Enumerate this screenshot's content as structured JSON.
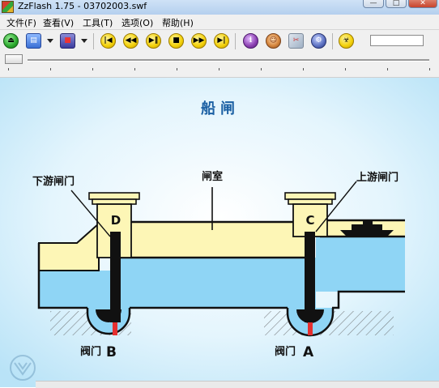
{
  "window": {
    "title": "ZzFlash 1.75  - 03702003.swf"
  },
  "menu": [
    "文件(F)",
    "查看(V)",
    "工具(T)",
    "选项(O)",
    "帮助(H)"
  ],
  "toolbar": {
    "buttons": [
      "open-icon",
      "open-folder-icon",
      "save-icon",
      "first-frame-icon",
      "rewind-icon",
      "play-pause-icon",
      "stop-icon",
      "forward-icon",
      "last-frame-icon",
      "info-icon",
      "properties-icon",
      "capture-icon",
      "options-icon",
      "biohazard-icon"
    ],
    "colors": {
      "green": "#2aa82c",
      "yellow": "#f2cf06",
      "purple": "#8a3fb0"
    }
  },
  "diagram": {
    "title": "船闸",
    "labels": {
      "downstream_gate": "下游闸门",
      "chamber": "闸室",
      "upstream_gate": "上游闸门",
      "gate_d": "D",
      "gate_c": "C",
      "valve_b_prefix": "阀门",
      "valve_b_letter": "B",
      "valve_a_prefix": "阀门",
      "valve_a_letter": "A"
    },
    "colors": {
      "background": "#d9f0fb",
      "water": "#8fd5f5",
      "lock_fill": "#fdf6b6",
      "valve": "#e53030",
      "gate": "#111111",
      "title": "#1a5fa3"
    }
  }
}
